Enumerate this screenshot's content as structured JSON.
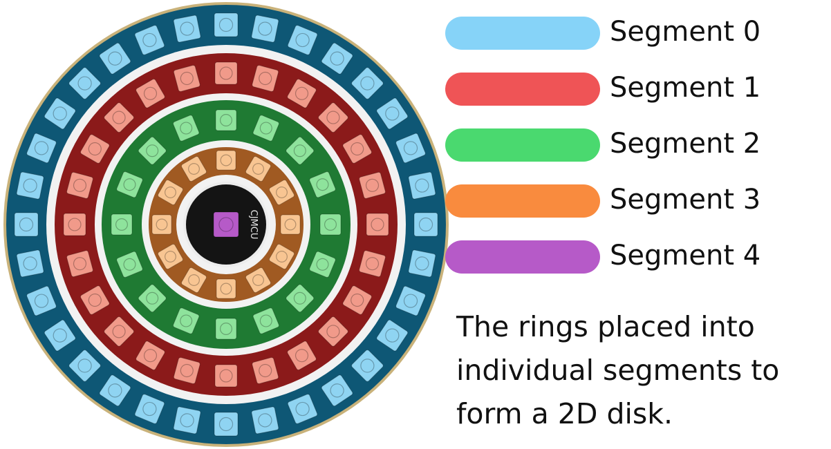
{
  "legend": [
    {
      "label": "Segment 0",
      "color": "#86d3f8"
    },
    {
      "label": "Segment 1",
      "color": "#ef5456"
    },
    {
      "label": "Segment 2",
      "color": "#4ad96f"
    },
    {
      "label": "Segment 3",
      "color": "#f98b3e"
    },
    {
      "label": "Segment 4",
      "color": "#b65ac8"
    }
  ],
  "caption": "The rings placed into individual segments to form a 2D disk.",
  "board_marking": "CJMCU",
  "rings": [
    {
      "segment": 0,
      "led_count": 32,
      "board_color": "#0e5775",
      "led_color": "#8fd4f2"
    },
    {
      "segment": 1,
      "led_count": 24,
      "board_color": "#8b1a1a",
      "led_color": "#f19a8a"
    },
    {
      "segment": 2,
      "led_count": 16,
      "board_color": "#1f7a33",
      "led_color": "#8ee39c"
    },
    {
      "segment": 3,
      "led_count": 12,
      "board_color": "#a05a22",
      "led_color": "#f8c592"
    },
    {
      "segment": 4,
      "led_count": 1,
      "board_color": "#141414",
      "led_color": "#b65ac8"
    }
  ]
}
